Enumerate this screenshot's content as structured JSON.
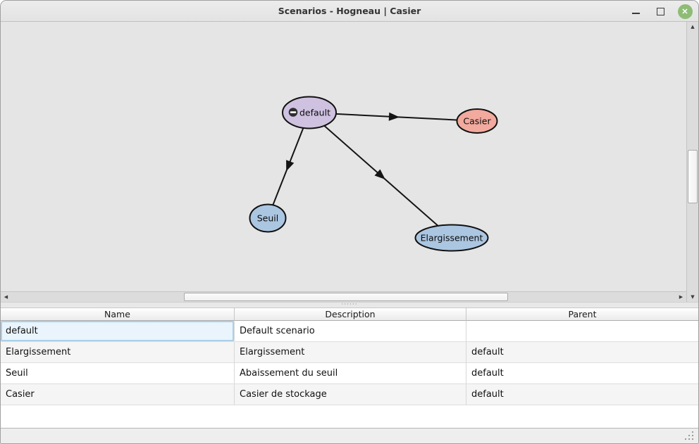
{
  "window": {
    "title": "Scenarios - Hogneau | Casier",
    "controls": {
      "close_glyph": "✕"
    }
  },
  "icons": {
    "scroll_up": "▲",
    "scroll_down": "▼",
    "scroll_left": "◀",
    "scroll_right": "▶",
    "splitter_dots": "······"
  },
  "graph": {
    "background": "#e5e5e5",
    "nodes": [
      {
        "label": "default",
        "fill": "#cfc2e0",
        "badge": "minus-circle"
      },
      {
        "label": "Casier",
        "fill": "#f2a99e"
      },
      {
        "label": "Seuil",
        "fill": "#abc6e1"
      },
      {
        "label": "Elargissement",
        "fill": "#abc6e1"
      }
    ],
    "edges": [
      {
        "from": "default",
        "to": "Casier"
      },
      {
        "from": "default",
        "to": "Seuil"
      },
      {
        "from": "default",
        "to": "Elargissement"
      }
    ]
  },
  "table": {
    "headers": [
      "Name",
      "Description",
      "Parent"
    ],
    "rows": [
      {
        "name": "default",
        "description": "Default scenario",
        "parent": ""
      },
      {
        "name": "Elargissement",
        "description": "Elargissement",
        "parent": "default"
      },
      {
        "name": "Seuil",
        "description": "Abaissement du seuil",
        "parent": "default"
      },
      {
        "name": "Casier",
        "description": "Casier de stockage",
        "parent": "default"
      }
    ],
    "selection": {
      "row": 0,
      "column": "Name",
      "value": "default"
    }
  }
}
